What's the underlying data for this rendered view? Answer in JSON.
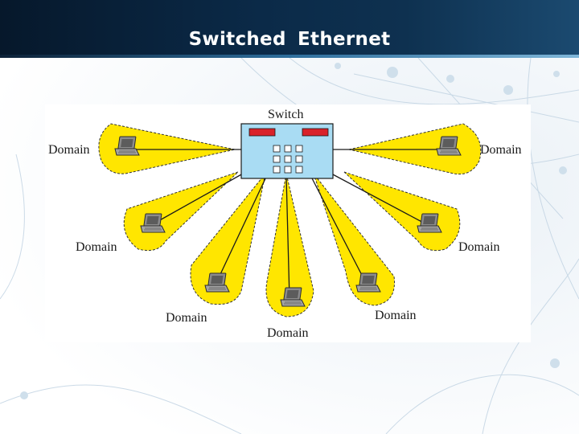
{
  "slide": {
    "title": "Switched  Ethernet"
  },
  "diagram": {
    "switch_label": "Switch",
    "domain_label": "Domain",
    "colors": {
      "domain_fill": "#ffe600",
      "switch_fill": "#a9dcf3",
      "switch_led": "#d9222a",
      "title_bar": "#0b2a48"
    },
    "domains": [
      {
        "label": "Domain"
      },
      {
        "label": "Domain"
      },
      {
        "label": "Domain"
      },
      {
        "label": "Domain"
      },
      {
        "label": "Domain"
      },
      {
        "label": "Domain"
      },
      {
        "label": "Domain"
      }
    ]
  }
}
